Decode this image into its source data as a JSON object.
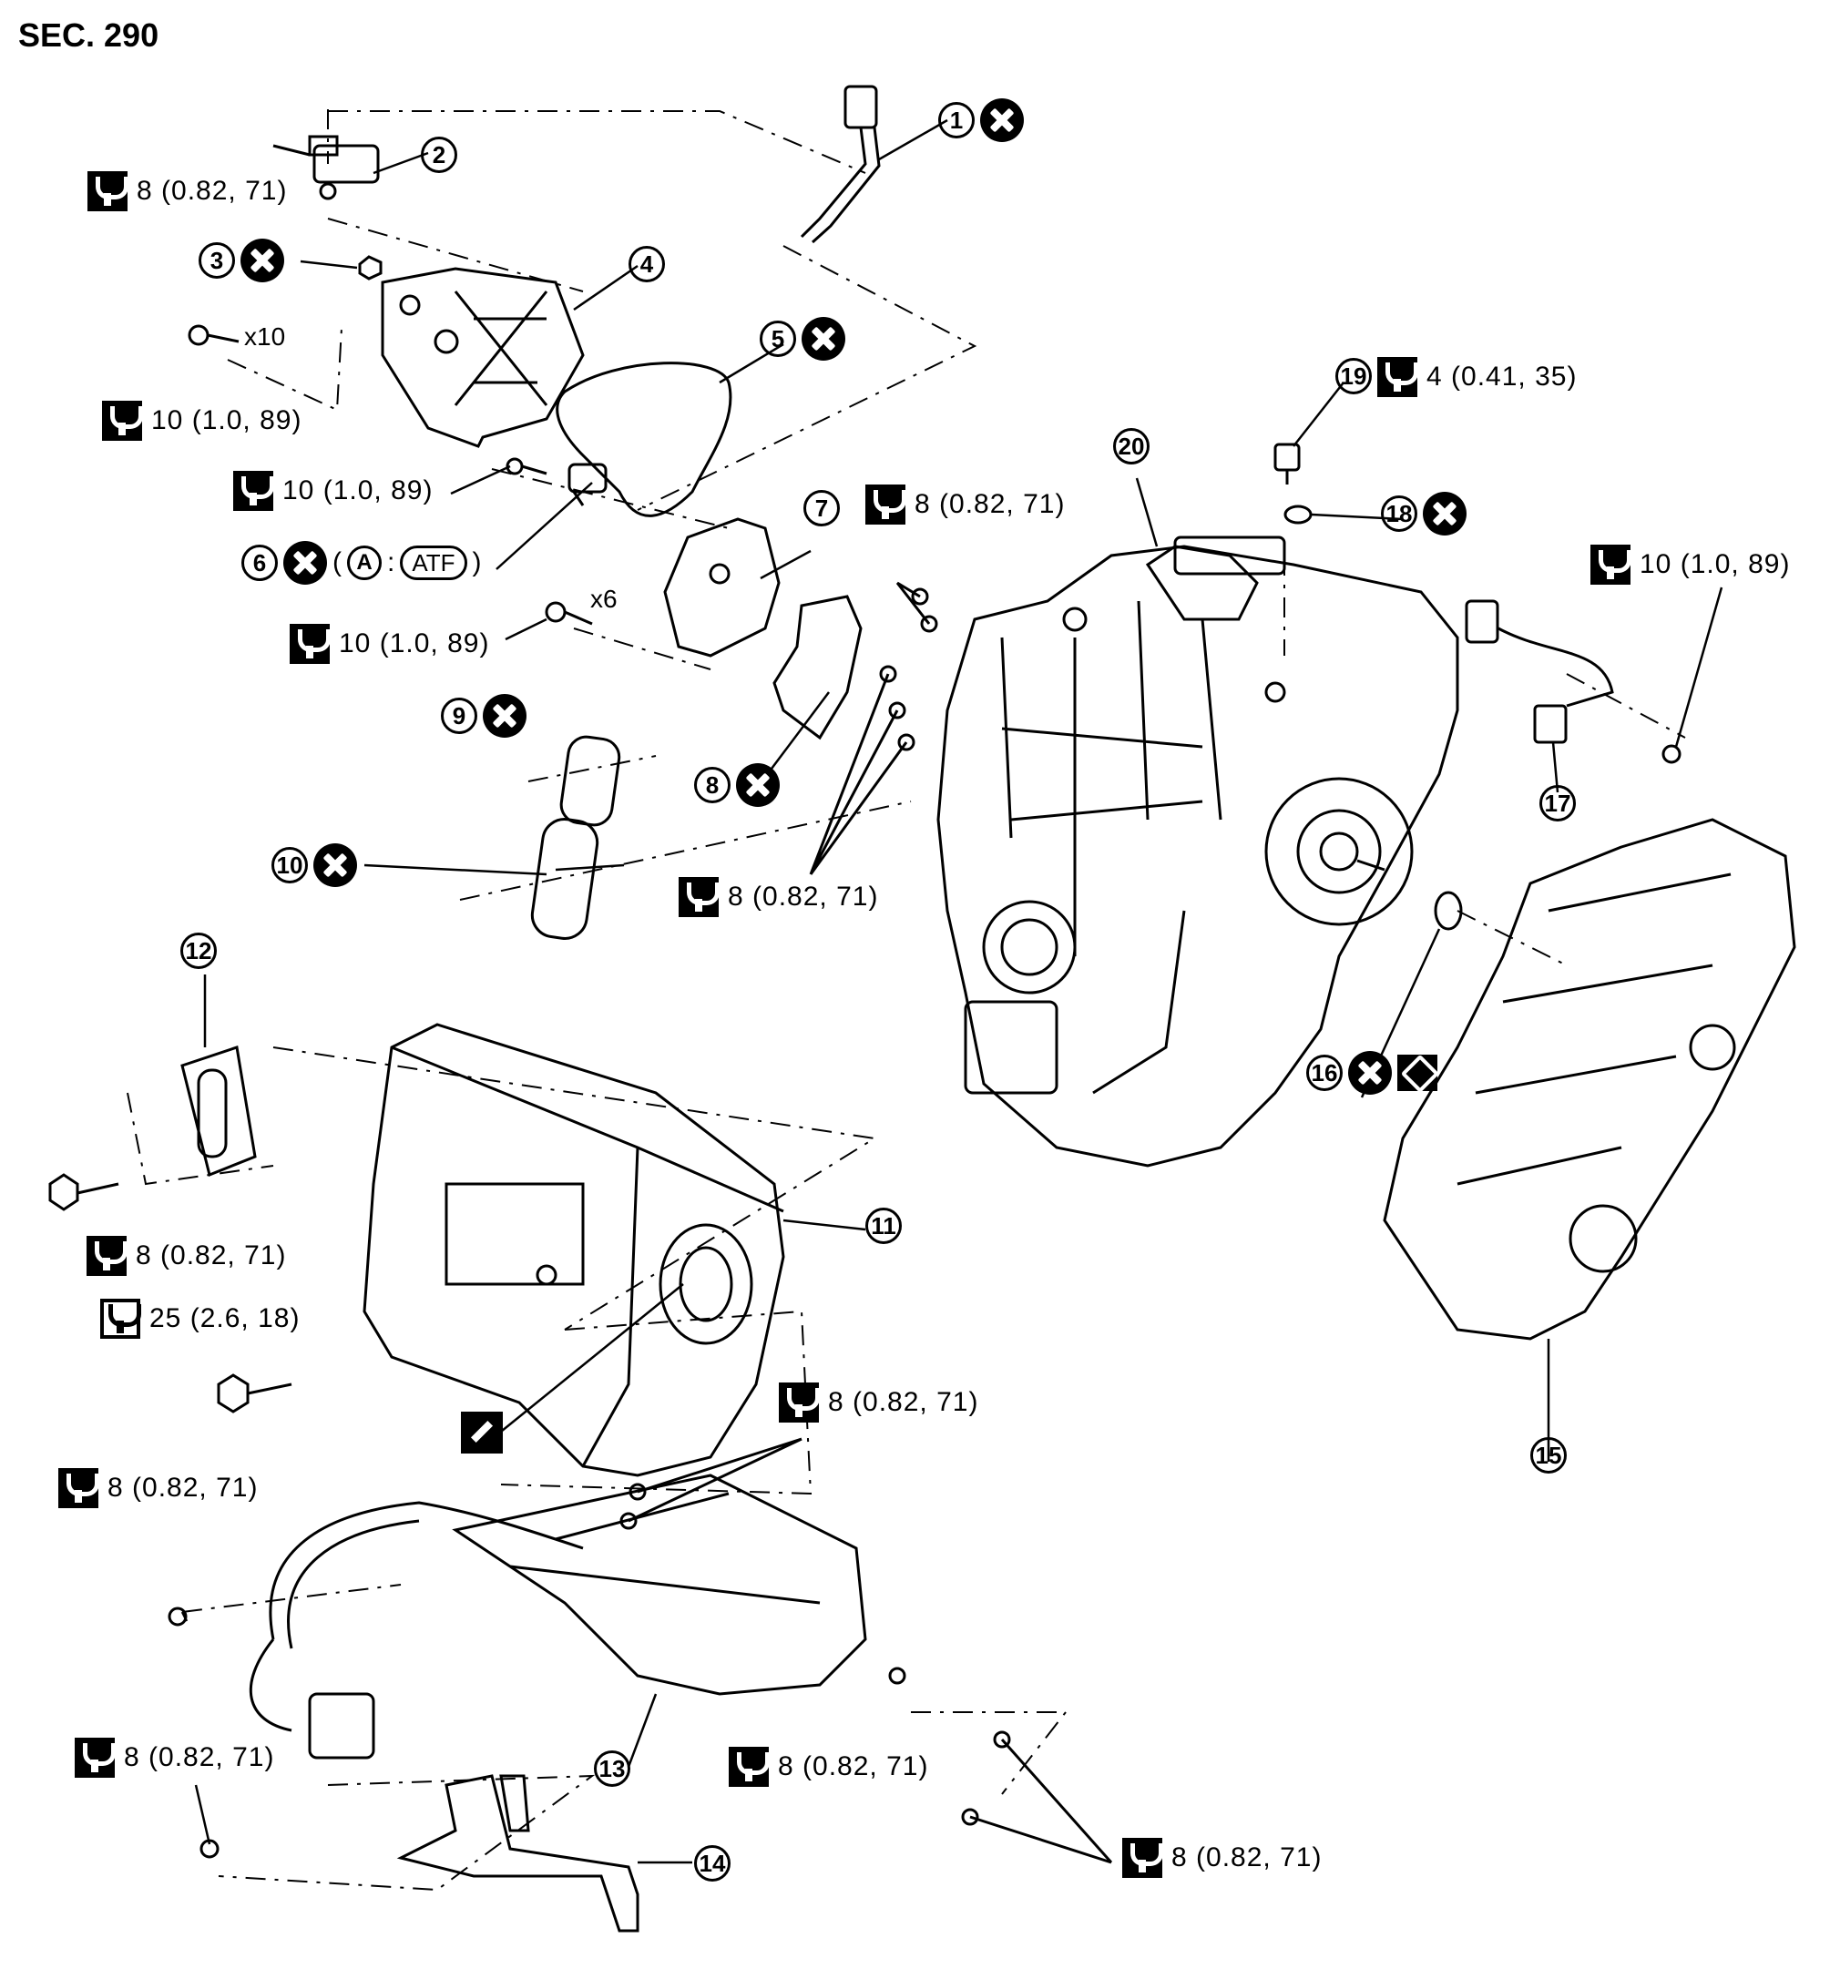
{
  "title": "SEC. 290",
  "torque_labels": {
    "t2": "8 (0.82, 71)",
    "t4": "10 (1.0, 89)",
    "t6": "10 (1.0, 89)",
    "t7": "10 (1.0, 89)",
    "t8": "8 (0.82, 71)",
    "t8b": "8 (0.82, 71)",
    "t19": "4 (0.41, 35)",
    "t17": "10 (1.0, 89)",
    "t12": "8 (0.82, 71)",
    "t11": "25 (2.6, 18)",
    "t13a": "8 (0.82, 71)",
    "t13b": "8 (0.82, 71)",
    "t14": "8 (0.82, 71)",
    "t13c": "8 (0.82, 71)",
    "t13d": "8 (0.82, 71)"
  },
  "quantities": {
    "q10": "x10",
    "q6": "x6"
  },
  "callouts": {
    "c1": "1",
    "c2": "2",
    "c3": "3",
    "c4": "4",
    "c5": "5",
    "c6": "6",
    "c7": "7",
    "c8": "8",
    "c9": "9",
    "c10": "10",
    "c11": "11",
    "c12": "12",
    "c13": "13",
    "c14": "14",
    "c15": "15",
    "c16": "16",
    "c17": "17",
    "c18": "18",
    "c19": "19",
    "c20": "20"
  },
  "atf": {
    "letter": "A",
    "fluid": "ATF"
  },
  "symbols": {
    "open": "(",
    "colon": ":",
    "close": ")"
  }
}
